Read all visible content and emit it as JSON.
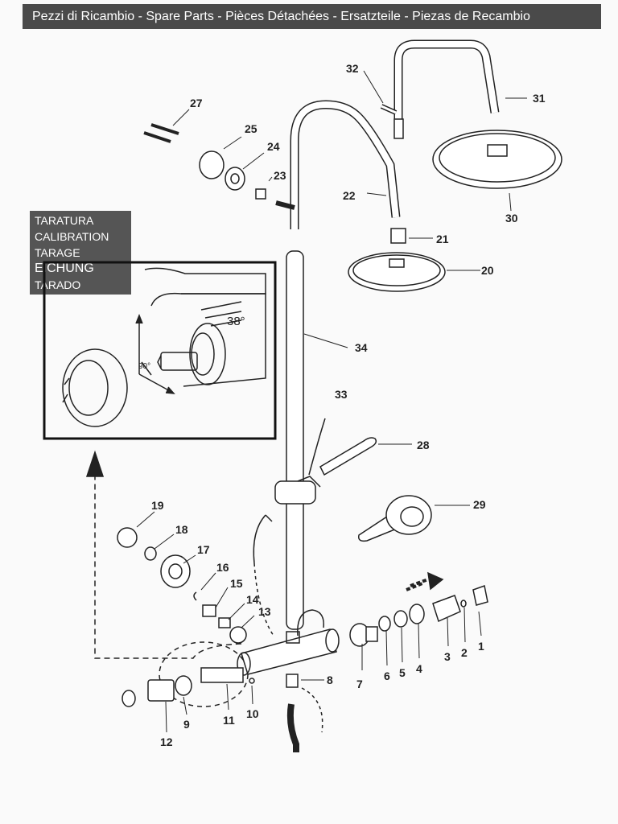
{
  "header": {
    "title": "Pezzi di Ricambio - Spare Parts -  Pièces Détachées - Ersatzteile - Piezas de Recambio"
  },
  "calibration": {
    "lines": [
      "TARATURA",
      "CALIBRATION",
      "TARAGE",
      "EICHUNG",
      "TARADO"
    ]
  },
  "detail": {
    "temperature": "38°",
    "angle": "90°"
  },
  "parts": [
    "1",
    "2",
    "3",
    "4",
    "5",
    "6",
    "7",
    "8",
    "9",
    "10",
    "11",
    "12",
    "13",
    "14",
    "15",
    "16",
    "17",
    "18",
    "19",
    "20",
    "21",
    "22",
    "23",
    "24",
    "25",
    "27",
    "28",
    "29",
    "30",
    "31",
    "32",
    "33",
    "34"
  ]
}
